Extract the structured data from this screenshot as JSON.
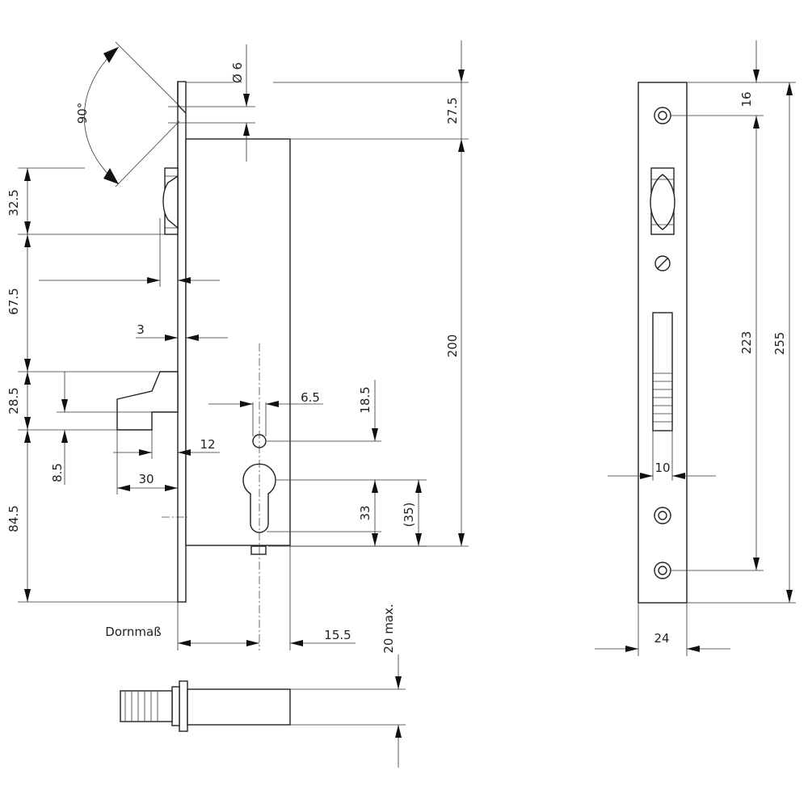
{
  "dimensions": {
    "angle": "90°",
    "hole_diameter": "Ø 6",
    "top_offset": "27.5",
    "body_height": "200",
    "latch_offset": "32.5",
    "latch_to_bolt": "67.5",
    "plate_thickness": "3",
    "bolt_height": "28.5",
    "bolt_step": "8.5",
    "bolt_depth": "12",
    "bolt_throw": "30",
    "bolt_to_bottom": "84.5",
    "spindle_width": "6.5",
    "spindle_offset": "18.5",
    "cylinder_height": "33",
    "cylinder_height_ref": "(35)",
    "backset_label": "Dornmaß",
    "backset_offset": "15.5",
    "bolt_thickness_max": "20 max.",
    "faceplate_top_hole": "16",
    "faceplate_hole_spacing": "223",
    "faceplate_length": "255",
    "faceplate_slot_width": "10",
    "faceplate_width": "24"
  }
}
